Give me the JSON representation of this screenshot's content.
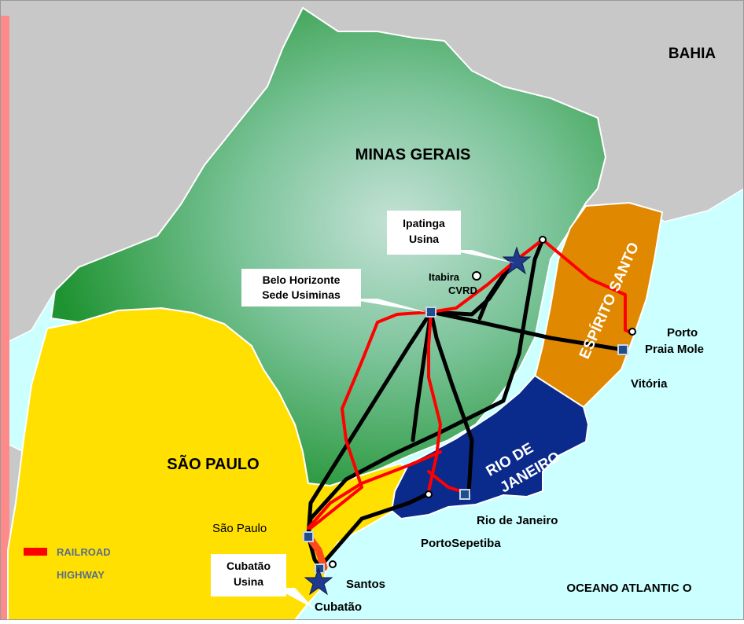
{
  "states": {
    "minas": "MINAS GERAIS",
    "sp": "SÃO PAULO",
    "es": "ESPÍRITO SANTO",
    "rj_line1": "RIO DE",
    "rj_line2": "JANEIRO",
    "bahia": "BAHIA"
  },
  "ocean": "OCEANO ATLANTIC O",
  "cities": {
    "itabira_1": "Itabira",
    "itabira_2": "CVRD",
    "porto_1": "Porto",
    "porto_2": "Praia Mole",
    "vitoria": "Vitória",
    "rio": "Rio de Janeiro",
    "sepetiba": "PortoSepetiba",
    "sao_paulo": "São Paulo",
    "santos": "Santos",
    "cubatao": "Cubatão"
  },
  "callouts": {
    "ipatinga_1": "Ipatinga",
    "ipatinga_2": "Usina",
    "bh_1": "Belo Horizonte",
    "bh_2": "Sede Usiminas",
    "cubatao_1": "Cubatão",
    "cubatao_2": "Usina"
  },
  "legend": {
    "railroad": "RAILROAD",
    "highway": "HIGHWAY",
    "railroad_color": "#ff0000",
    "label_color": "#5a6e8c"
  },
  "colors": {
    "ocean": "#ccffff",
    "land_gray": "#c8c8c8",
    "minas_green": "#2a9a3a",
    "sp_yellow": "#ffe000",
    "es_orange": "#e08800",
    "rj_blue": "#0a2a8c",
    "rail_red": "#ff0000",
    "highway_black": "#000000",
    "node_blue": "#1f4e8c",
    "star_blue": "#1f3a8c"
  }
}
